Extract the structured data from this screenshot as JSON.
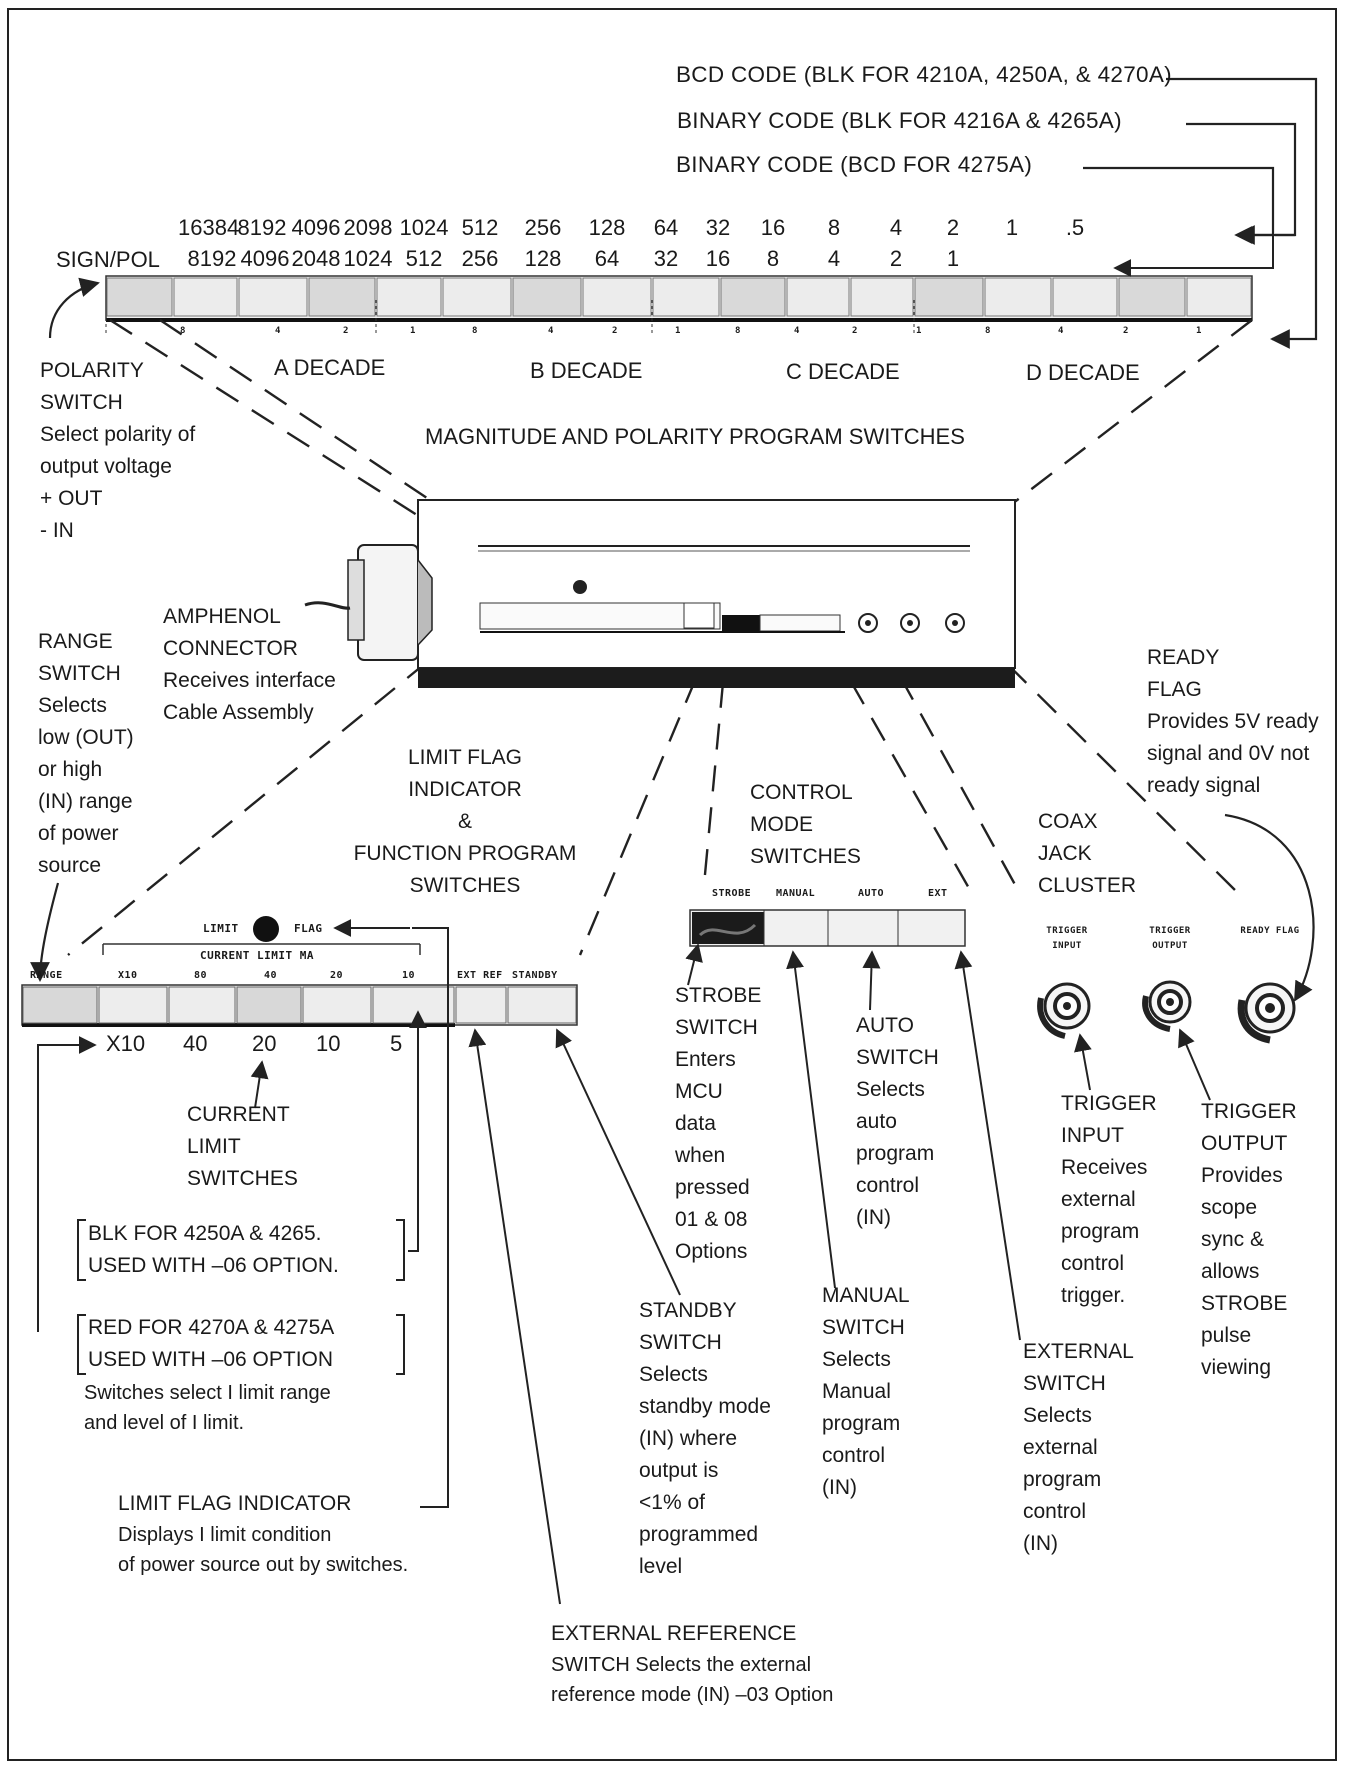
{
  "codes": {
    "bcd": "BCD CODE (BLK FOR 4210A, 4250A, & 4270A)",
    "bin1": "BINARY CODE (BLK FOR 4216A & 4265A)",
    "bin2": "BINARY CODE (BCD FOR 4275A)"
  },
  "row1": [
    "16384",
    "8192",
    "4096",
    "2098",
    "1024",
    "512",
    "256",
    "128",
    "64",
    "32",
    "16",
    "8",
    "4",
    "2",
    "1",
    ".5"
  ],
  "row2": [
    "8192",
    "4096",
    "2048",
    "1024",
    "512",
    "256",
    "128",
    "64",
    "32",
    "16",
    "8",
    "4",
    "2",
    "1"
  ],
  "sign_pol": "SIGN/POL",
  "decade_digits": [
    "8",
    "4",
    "2",
    "1",
    "8",
    "4",
    "2",
    "1",
    "8",
    "4",
    "2",
    "1",
    "8",
    "4",
    "2",
    "1"
  ],
  "decades": [
    "A DECADE",
    "B DECADE",
    "C DECADE",
    "D DECADE"
  ],
  "polarity": [
    "POLARITY",
    "SWITCH",
    "Select polarity of",
    "output voltage",
    "+ OUT",
    "- IN"
  ],
  "magnitude_title": "MAGNITUDE AND POLARITY PROGRAM SWITCHES",
  "amphenol": [
    "AMPHENOL",
    "CONNECTOR",
    "Receives interface",
    "Cable Assembly"
  ],
  "range": [
    "RANGE",
    "SWITCH",
    "Selects",
    "low (OUT)",
    "or high",
    "(IN) range",
    "of power",
    "source"
  ],
  "limit_flag_title": [
    "LIMIT FLAG",
    "INDICATOR",
    "&",
    "FUNCTION PROGRAM",
    "SWITCHES"
  ],
  "control_mode": [
    "CONTROL",
    "MODE",
    "SWITCHES"
  ],
  "ready_flag": [
    "READY",
    "FLAG",
    "Provides 5V ready",
    "signal and 0V not",
    "ready signal"
  ],
  "coax": [
    "COAX",
    "JACK",
    "CLUSTER"
  ],
  "panel": {
    "limit": "LIMIT",
    "flag": "FLAG",
    "current_limit": "CURRENT LIMIT MA",
    "buttons": [
      "RANGE",
      "X10",
      "80",
      "40",
      "20",
      "10",
      "EXT REF",
      "STANDBY"
    ],
    "mode_buttons": [
      "STROBE",
      "MANUAL",
      "AUTO",
      "EXT"
    ],
    "jacks": [
      "TRIGGER INPUT",
      "TRIGGER OUTPUT",
      "READY FLAG"
    ]
  },
  "current_values": [
    "X10",
    "40",
    "20",
    "10",
    "5"
  ],
  "current_limit_label": [
    "CURRENT",
    "LIMIT",
    "SWITCHES"
  ],
  "blk_note": [
    "BLK FOR 4250A & 4265.",
    "USED WITH –06 OPTION."
  ],
  "red_note": [
    "RED FOR 4270A & 4275A",
    "USED WITH –06 OPTION"
  ],
  "switches_select": [
    "Switches select I limit range",
    "and level of I limit."
  ],
  "limit_flag_ind": [
    "LIMIT FLAG INDICATOR",
    "Displays I limit condition",
    "of power source out by switches."
  ],
  "strobe": [
    "STROBE",
    "SWITCH",
    "Enters",
    "MCU",
    "data",
    "when",
    "pressed",
    "01 & 08",
    "Options"
  ],
  "auto": [
    "AUTO",
    "SWITCH",
    "Selects",
    "auto",
    "program",
    "control",
    "(IN)"
  ],
  "manual": [
    "MANUAL",
    "SWITCH",
    "Selects",
    "Manual",
    "program",
    "control",
    "(IN)"
  ],
  "standby": [
    "STANDBY",
    "SWITCH",
    "Selects",
    "standby mode",
    "(IN) where",
    "output is",
    "<1% of",
    "programmed",
    "level"
  ],
  "external": [
    "EXTERNAL",
    "SWITCH",
    "Selects",
    "external",
    "program",
    "control",
    "(IN)"
  ],
  "trig_in": [
    "TRIGGER",
    "INPUT",
    "Receives",
    "external",
    "program",
    "control",
    "trigger."
  ],
  "trig_out": [
    "TRIGGER",
    "OUTPUT",
    "Provides",
    "scope",
    "sync &",
    "allows",
    "STROBE",
    "pulse",
    "viewing"
  ],
  "ext_ref": [
    "EXTERNAL REFERENCE",
    "SWITCH  Selects the external",
    "reference mode (IN) –03 Option"
  ]
}
